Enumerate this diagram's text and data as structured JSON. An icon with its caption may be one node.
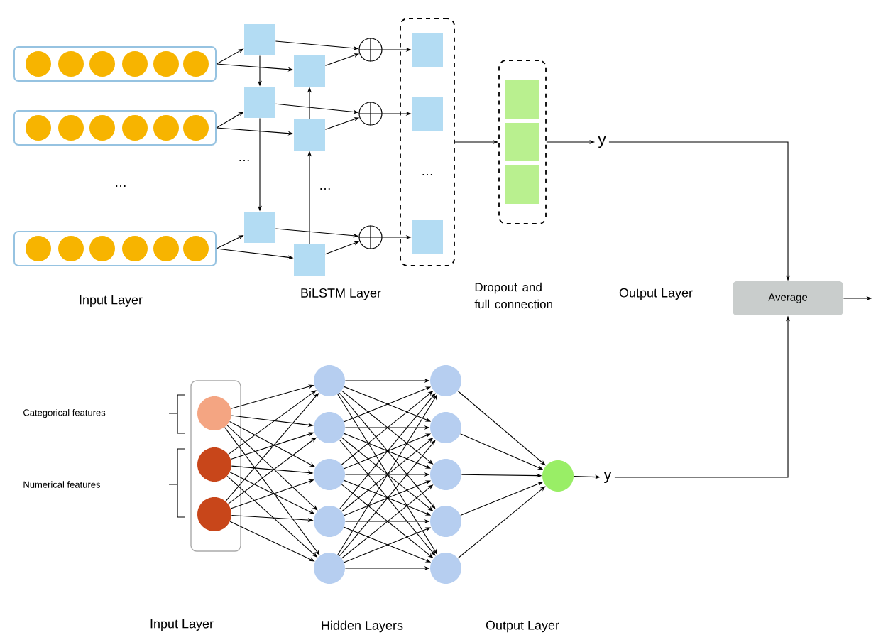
{
  "diagram": {
    "nodes": [
      {
        "text": [],
        "shape": "box"
      },
      {
        "text": [],
        "shape": "box"
      },
      {
        "text": [],
        "shape": "box"
      },
      {
        "text": [],
        "shape": "box"
      },
      {
        "text": [],
        "shape": "box"
      },
      {
        "text": [],
        "shape": "box"
      },
      {
        "text": [],
        "shape": "box"
      },
      {
        "text": [],
        "shape": "box"
      },
      {
        "text": [],
        "shape": "box"
      },
      {
        "text": [],
        "shape": "circle"
      },
      {
        "text": [],
        "shape": "circle"
      },
      {
        "text": [],
        "shape": "circle"
      },
      {
        "text": [],
        "shape": "box"
      },
      {
        "text": [],
        "shape": "box",
        "in": 12
      },
      {
        "text": [],
        "shape": "box",
        "in": 12
      },
      {
        "text": [],
        "shape": "box",
        "in": 12
      },
      {
        "text": [],
        "shape": "box"
      },
      {
        "text": [],
        "shape": "box",
        "in": 16
      },
      {
        "text": [],
        "shape": "box",
        "in": 16
      },
      {
        "text": [],
        "shape": "box",
        "in": 16
      },
      {
        "text": [
          "y"
        ]
      },
      {
        "text": [
          "Average"
        ]
      },
      {
        "text": [],
        "shape": "box"
      },
      {
        "text": [],
        "shape": "circle",
        "in": 22
      },
      {
        "text": [],
        "shape": "circle",
        "in": 22
      },
      {
        "text": [],
        "shape": "circle",
        "in": 22
      },
      {
        "text": [],
        "shape": "circle"
      },
      {
        "text": [],
        "shape": "circle"
      },
      {
        "text": [],
        "shape": "circle"
      },
      {
        "text": [],
        "shape": "circle"
      },
      {
        "text": [],
        "shape": "circle"
      },
      {
        "text": [],
        "shape": "circle"
      },
      {
        "text": [],
        "shape": "circle"
      },
      {
        "text": [],
        "shape": "circle"
      },
      {
        "text": [],
        "shape": "circle"
      },
      {
        "text": [],
        "shape": "circle"
      },
      {
        "text": [],
        "shape": "circle"
      },
      {
        "text": [
          "y"
        ]
      }
    ],
    "edges": [
      {
        "from": 0,
        "to": 3,
        "arrow": "to"
      },
      {
        "from": 0,
        "to": 6,
        "arrow": "to"
      },
      {
        "from": 1,
        "to": 4,
        "arrow": "to"
      },
      {
        "from": 1,
        "to": 7,
        "arrow": "to"
      },
      {
        "from": 2,
        "to": 5,
        "arrow": "to"
      },
      {
        "from": 2,
        "to": 8,
        "arrow": "to"
      },
      {
        "from": 3,
        "to": 4,
        "arrow": "to"
      },
      {
        "from": 4,
        "to": 5,
        "arrow": "to"
      },
      {
        "from": 8,
        "to": 7,
        "arrow": "to"
      },
      {
        "from": 7,
        "to": 6,
        "arrow": "to"
      },
      {
        "from": 3,
        "to": 9,
        "arrow": "to"
      },
      {
        "from": 6,
        "to": 9,
        "arrow": "to"
      },
      {
        "from": 4,
        "to": 10,
        "arrow": "to"
      },
      {
        "from": 7,
        "to": 10,
        "arrow": "to"
      },
      {
        "from": 5,
        "to": 11,
        "arrow": "to"
      },
      {
        "from": 8,
        "to": 11,
        "arrow": "to"
      },
      {
        "from": 9,
        "to": 13,
        "arrow": "to"
      },
      {
        "from": 10,
        "to": 14,
        "arrow": "to"
      },
      {
        "from": 11,
        "to": 15,
        "arrow": "to"
      },
      {
        "from": 12,
        "to": 16,
        "arrow": "to"
      },
      {
        "from": 16,
        "to": 20,
        "arrow": "to"
      },
      {
        "from": 20,
        "to": 21,
        "arrow": "to"
      },
      {
        "from": 21,
        "to": null,
        "arrow": "to"
      },
      {
        "from": 23,
        "to": 26,
        "arrow": "to"
      },
      {
        "from": 23,
        "to": 27,
        "arrow": "to"
      },
      {
        "from": 23,
        "to": 28,
        "arrow": "to"
      },
      {
        "from": 23,
        "to": 29,
        "arrow": "to"
      },
      {
        "from": 23,
        "to": 30,
        "arrow": "to"
      },
      {
        "from": 24,
        "to": 26,
        "arrow": "to"
      },
      {
        "from": 24,
        "to": 27,
        "arrow": "to"
      },
      {
        "from": 24,
        "to": 28,
        "arrow": "to"
      },
      {
        "from": 24,
        "to": 29,
        "arrow": "to"
      },
      {
        "from": 24,
        "to": 30,
        "arrow": "to"
      },
      {
        "from": 25,
        "to": 26,
        "arrow": "to"
      },
      {
        "from": 25,
        "to": 27,
        "arrow": "to"
      },
      {
        "from": 25,
        "to": 28,
        "arrow": "to"
      },
      {
        "from": 25,
        "to": 29,
        "arrow": "to"
      },
      {
        "from": 25,
        "to": 30,
        "arrow": "to"
      },
      {
        "from": 26,
        "to": 31,
        "arrow": "to"
      },
      {
        "from": 26,
        "to": 32,
        "arrow": "to"
      },
      {
        "from": 26,
        "to": 33,
        "arrow": "to"
      },
      {
        "from": 26,
        "to": 34,
        "arrow": "to"
      },
      {
        "from": 26,
        "to": 35,
        "arrow": "to"
      },
      {
        "from": 27,
        "to": 31,
        "arrow": "to"
      },
      {
        "from": 27,
        "to": 32,
        "arrow": "to"
      },
      {
        "from": 27,
        "to": 33,
        "arrow": "to"
      },
      {
        "from": 27,
        "to": 34,
        "arrow": "to"
      },
      {
        "from": 27,
        "to": 35,
        "arrow": "to"
      },
      {
        "from": 28,
        "to": 31,
        "arrow": "to"
      },
      {
        "from": 28,
        "to": 32,
        "arrow": "to"
      },
      {
        "from": 28,
        "to": 33,
        "arrow": "to"
      },
      {
        "from": 28,
        "to": 34,
        "arrow": "to"
      },
      {
        "from": 28,
        "to": 35,
        "arrow": "to"
      },
      {
        "from": 29,
        "to": 31,
        "arrow": "to"
      },
      {
        "from": 29,
        "to": 32,
        "arrow": "to"
      },
      {
        "from": 29,
        "to": 33,
        "arrow": "to"
      },
      {
        "from": 29,
        "to": 34,
        "arrow": "to"
      },
      {
        "from": 29,
        "to": 35,
        "arrow": "to"
      },
      {
        "from": 30,
        "to": 31,
        "arrow": "to"
      },
      {
        "from": 30,
        "to": 32,
        "arrow": "to"
      },
      {
        "from": 30,
        "to": 33,
        "arrow": "to"
      },
      {
        "from": 30,
        "to": 34,
        "arrow": "to"
      },
      {
        "from": 30,
        "to": 35,
        "arrow": "to"
      },
      {
        "from": 31,
        "to": 36,
        "arrow": "to"
      },
      {
        "from": 32,
        "to": 36,
        "arrow": "to"
      },
      {
        "from": 33,
        "to": 36,
        "arrow": "to"
      },
      {
        "from": 34,
        "to": 36,
        "arrow": "to"
      },
      {
        "from": 35,
        "to": 36,
        "arrow": "to"
      },
      {
        "from": 36,
        "to": 37,
        "arrow": "to"
      },
      {
        "from": 37,
        "to": 21,
        "arrow": "to"
      }
    ],
    "labels": [
      "…",
      "…",
      "…",
      "…",
      "Input Layer",
      "BiLSTM Layer",
      "Dropout and full connection",
      "Output Layer",
      "Categorical features",
      "Numerical features",
      "Input Layer",
      "Hidden Layers",
      "Output Layer"
    ]
  }
}
